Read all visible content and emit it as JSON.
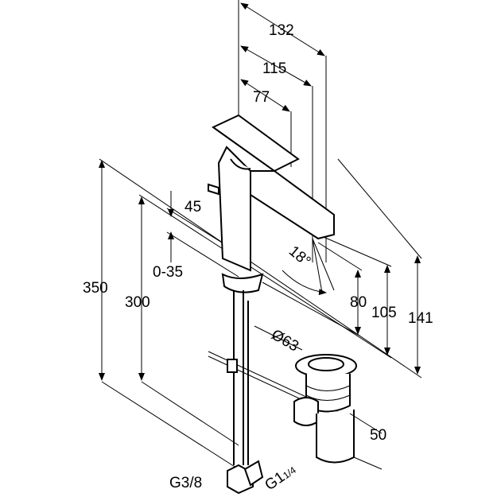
{
  "dimensions": {
    "width_total": "132",
    "width_spout": "115",
    "width_handle": "77",
    "handle_height": "45",
    "popup_stroke": "0-35",
    "height_total": "350",
    "height_spout_base": "300",
    "spout_angle": "18°",
    "spout_height": "80",
    "spout_clearance": "105",
    "total_above_deck": "141",
    "drain_diameter": "Ø63",
    "drain_depth": "50",
    "connection_supply": "G3/8",
    "connection_drain_main": "G1",
    "connection_drain_frac": "1/4"
  }
}
